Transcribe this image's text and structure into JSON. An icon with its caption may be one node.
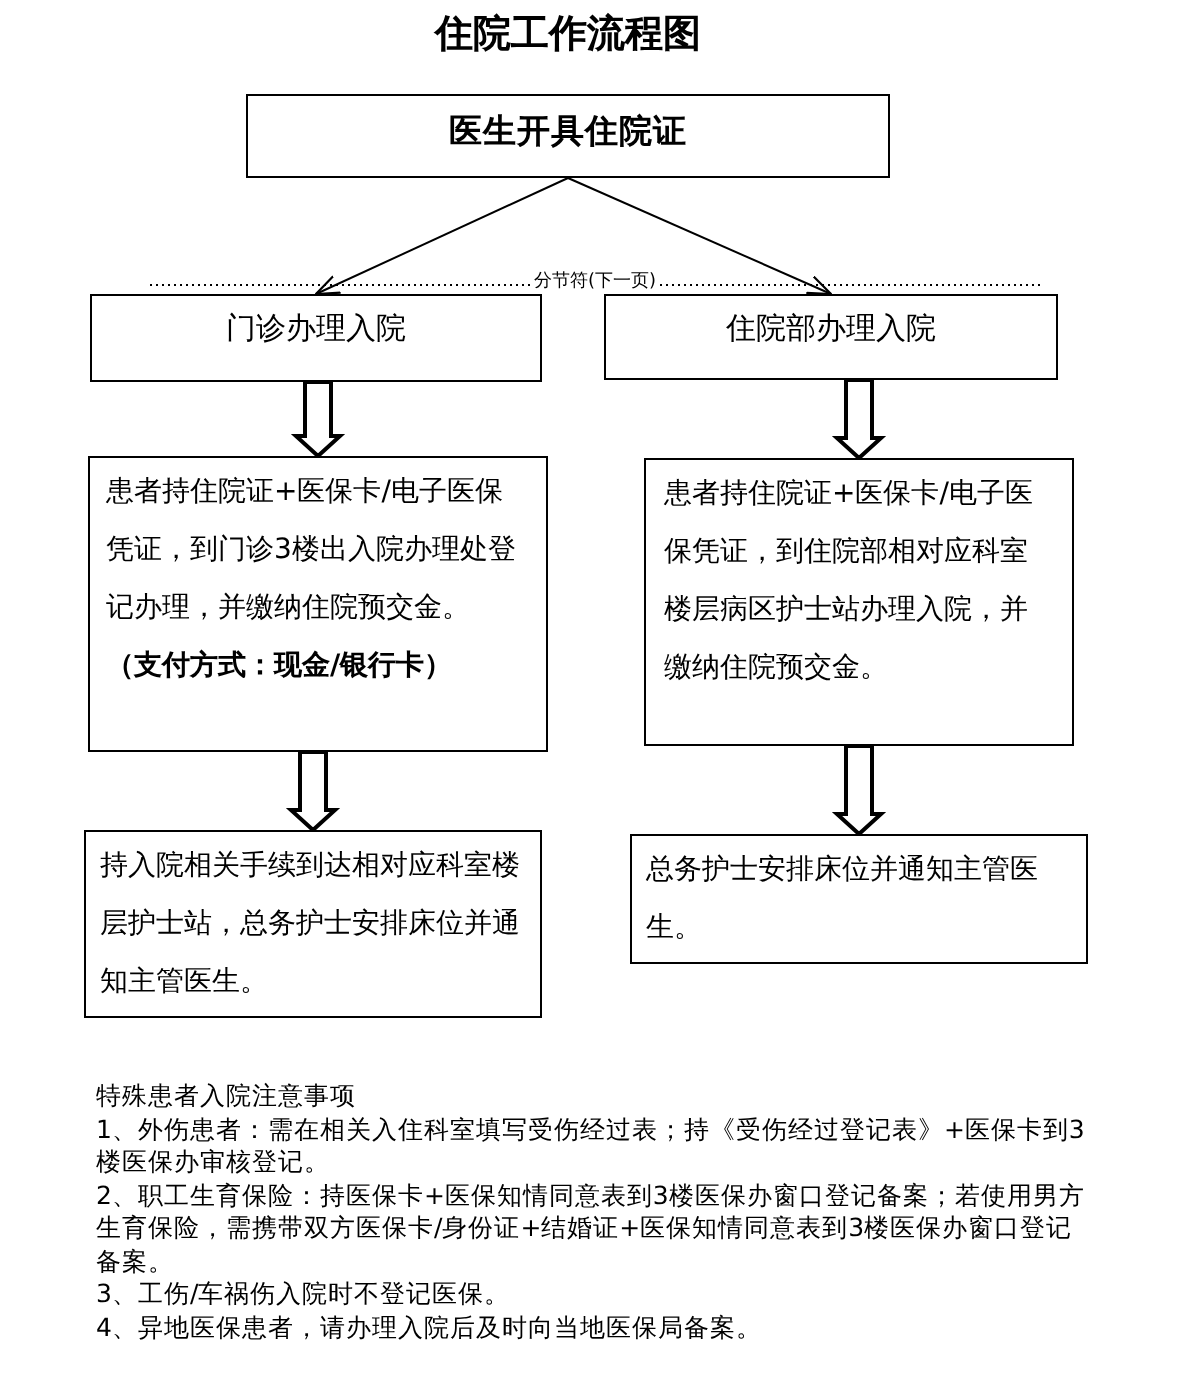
{
  "diagram": {
    "title": "住院工作流程图",
    "nodes": [
      {
        "text": [
          "医生开具住院证"
        ]
      },
      {
        "text": [
          "门诊办理入院"
        ]
      },
      {
        "text": [
          "住院部办理入院"
        ]
      },
      {
        "text": [
          "患者持住院证+医保卡/电子医保凭证，到门诊3楼出入院办理处登记办理，并缴纳住院预交金。",
          "（支付方式：现金/银行卡）"
        ]
      },
      {
        "text": [
          "患者持住院证+医保卡/电子医保凭证，到住院部相对应科室楼层病区护士站办理入院，并缴纳住院预交金。"
        ]
      },
      {
        "text": [
          "持入院相关手续到达相对应科室楼层护士站，总务护士安排床位并通知主管医生。"
        ]
      },
      {
        "text": [
          "总务护士安排床位并通知主管医生。"
        ]
      }
    ],
    "edges": [
      {
        "from": 0,
        "to": 1,
        "arrow": "to"
      },
      {
        "from": 0,
        "to": 2,
        "arrow": "to"
      },
      {
        "from": 1,
        "to": 3,
        "arrow": "to",
        "style": "thick"
      },
      {
        "from": 2,
        "to": 4,
        "arrow": "to",
        "style": "thick"
      },
      {
        "from": 3,
        "to": 5,
        "arrow": "to",
        "style": "thick"
      },
      {
        "from": 4,
        "to": 6,
        "arrow": "to",
        "style": "thick"
      }
    ],
    "labels": [
      "分节符(下一页)",
      "特殊患者入院注意事项",
      "1、外伤患者：需在相关入住科室填写受伤经过表；持《受伤经过登记表》+医保卡到3楼医保办审核登记。",
      "2、职工生育保险：持医保卡+医保知情同意表到3楼医保办窗口登记备案；若使用男方生育保险，需携带双方医保卡/身份证+结婚证+医保知情同意表到3楼医保办窗口登记备案。",
      "3、工伤/车祸伤入院时不登记医保。",
      "4、异地医保患者，请办理入院后及时向当地医保局备案。"
    ]
  }
}
